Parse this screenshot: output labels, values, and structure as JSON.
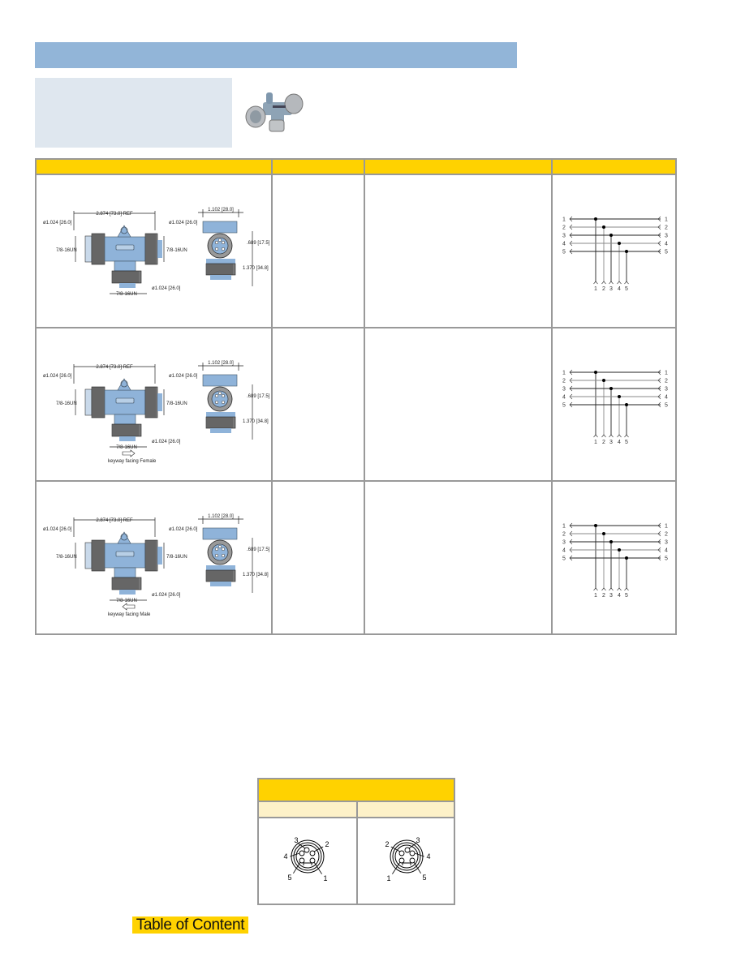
{
  "colors": {
    "title_bar": "#92b5d8",
    "intro_box": "#dfe7ef",
    "header_yellow": "#ffd200",
    "subheader_cream": "#fdf1c8",
    "border": "#999999",
    "part_blue": "#8fb3d9"
  },
  "spec_table": {
    "rows": [
      {
        "drawing": {
          "overall": "2.874 [73.0] REF",
          "dia_left": "ø1.024 [26.0]",
          "dia_right": "ø1.024 [26.0]",
          "thread_left": "7/8-16UN",
          "thread_right": "7/8-16UN",
          "thread_bottom": "7/8-16UN",
          "dia_bottom": "ø1.024 [26.0]",
          "side_width": "1.102 [28.0]",
          "side_h1": ".689 [17.5]",
          "side_h2": "1.370 [34.8]",
          "keyway": ""
        },
        "wiring": {
          "left_labels": [
            "1",
            "2",
            "3",
            "4",
            "5"
          ],
          "right_labels": [
            "1",
            "2",
            "3",
            "4",
            "5"
          ],
          "bottom_labels": [
            "1",
            "2",
            "3",
            "4",
            "5"
          ]
        }
      },
      {
        "drawing": {
          "overall": "2.874 [73.0] REF",
          "dia_left": "ø1.024 [26.0]",
          "dia_right": "ø1.024 [26.0]",
          "thread_left": "7/8-16UN",
          "thread_right": "7/8-16UN",
          "thread_bottom": "7/8-16UN",
          "dia_bottom": "ø1.024 [26.0]",
          "side_width": "1.102 [28.0]",
          "side_h1": ".689 [17.5]",
          "side_h2": "1.370 [34.8]",
          "keyway": "keyway facing Female",
          "keyway_dir": "right"
        },
        "wiring": {
          "left_labels": [
            "1",
            "2",
            "3",
            "4",
            "5"
          ],
          "right_labels": [
            "1",
            "2",
            "3",
            "4",
            "5"
          ],
          "bottom_labels": [
            "1",
            "2",
            "3",
            "4",
            "5"
          ]
        }
      },
      {
        "drawing": {
          "overall": "2.874 [73.0] REF",
          "dia_left": "ø1.024 [26.0]",
          "dia_right": "ø1.024 [26.0]",
          "thread_left": "7/8-16UN",
          "thread_right": "7/8-16UN",
          "thread_bottom": "7/8-16UN",
          "dia_bottom": "ø1.024 [26.0]",
          "side_width": "1.102 [28.0]",
          "side_h1": ".689 [17.5]",
          "side_h2": "1.370 [34.8]",
          "keyway": "keyway facing Male",
          "keyway_dir": "left"
        },
        "wiring": {
          "left_labels": [
            "1",
            "2",
            "3",
            "4",
            "5"
          ],
          "right_labels": [
            "1",
            "2",
            "3",
            "4",
            "5"
          ],
          "bottom_labels": [
            "1",
            "2",
            "3",
            "4",
            "5"
          ]
        }
      }
    ]
  },
  "pinout": {
    "male": {
      "labels": {
        "p1": "1",
        "p2": "2",
        "p3": "3",
        "p4": "4",
        "p5": "5"
      }
    },
    "female": {
      "labels": {
        "p1": "1",
        "p2": "2",
        "p3": "3",
        "p4": "4",
        "p5": "5"
      }
    }
  },
  "toc_link": "Table of Content"
}
